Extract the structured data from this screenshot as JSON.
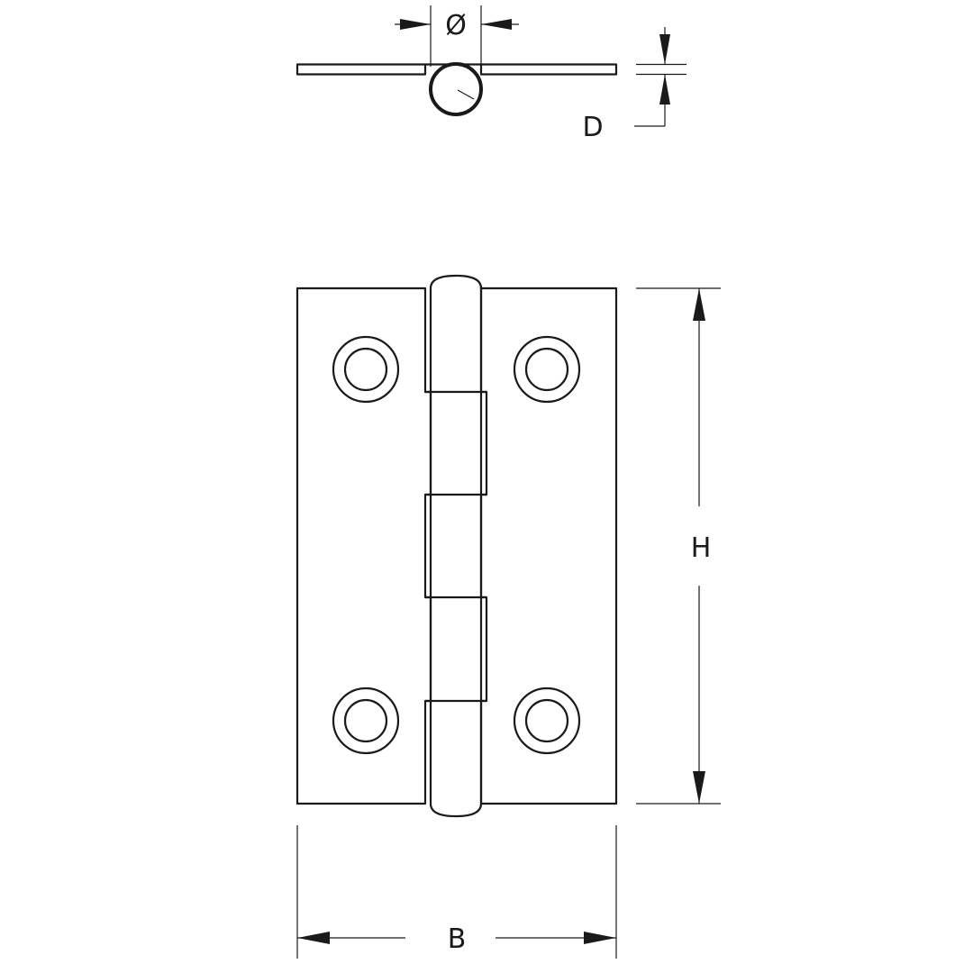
{
  "labels": {
    "diameter": "Ø",
    "depth": "D",
    "height": "H",
    "width": "B"
  }
}
